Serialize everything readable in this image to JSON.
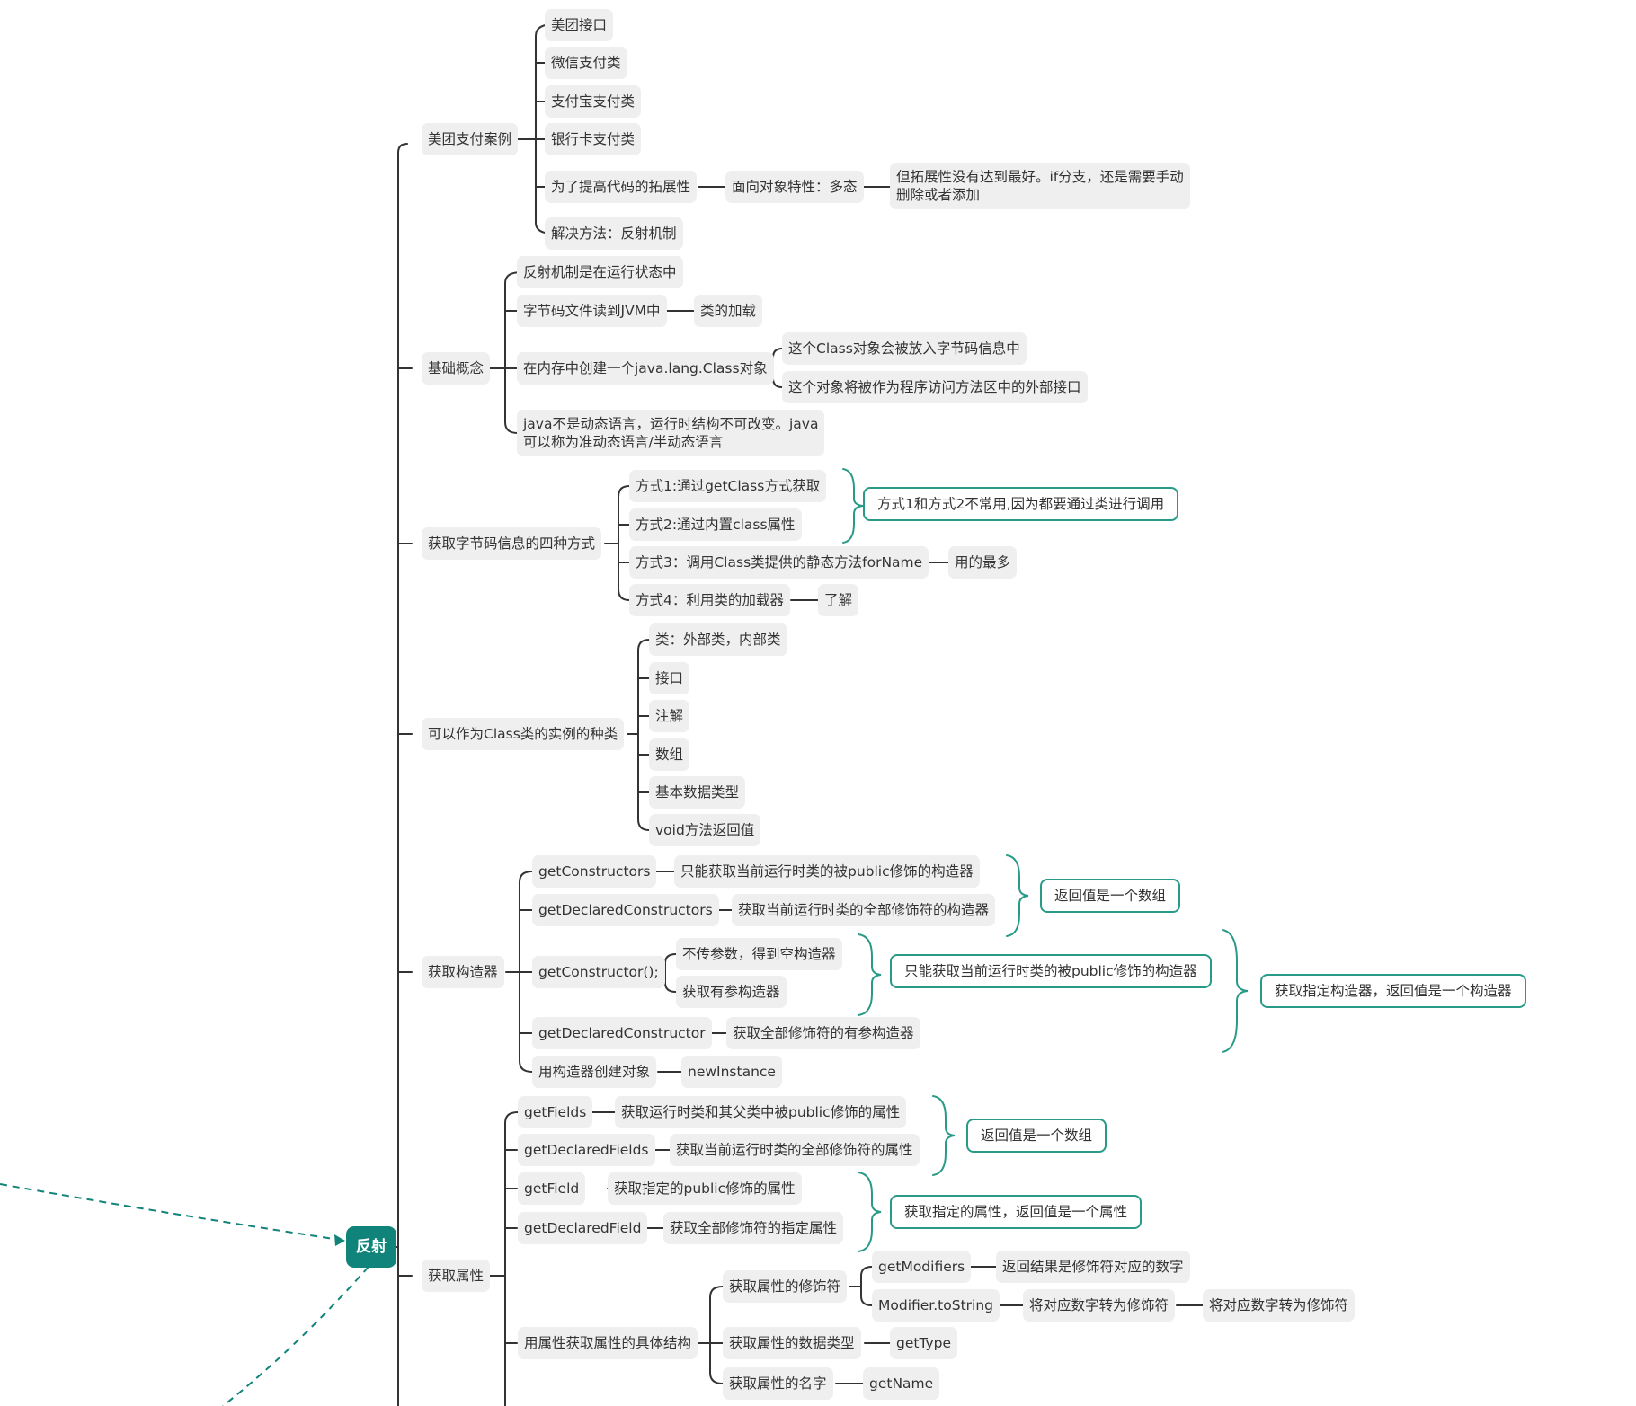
{
  "root": "反射",
  "colors": {
    "branch_line": "#333333",
    "accent": "#10847a",
    "summary_border": "#2a9a88",
    "node_bg": "#efefef"
  },
  "meituan": {
    "label": "美团支付案例",
    "items": [
      "美团接口",
      "微信支付类",
      "支付宝支付类",
      "银行卡支付类",
      "为了提高代码的拓展性",
      "解决方法：反射机制"
    ],
    "polymorphism": "面向对象特性：多态",
    "polymorphism_note_line1": "但拓展性没有达到最好。if分支，还是需要手动",
    "polymorphism_note_line2": "删除或者添加"
  },
  "basics": {
    "label": "基础概念",
    "items": [
      "反射机制是在运行状态中",
      "字节码文件读到JVM中",
      "在内存中创建一个java.lang.Class对象"
    ],
    "class_loading": "类的加载",
    "class_obj_notes": [
      "这个Class对象会被放入字节码信息中",
      "这个对象将被作为程序访问方法区中的外部接口"
    ],
    "dynamic_line1": "java不是动态语言，运行时结构不可改变。java",
    "dynamic_line2": "可以称为准动态语言/半动态语言"
  },
  "four_ways": {
    "label": "获取字节码信息的四种方式",
    "items": [
      "方式1:通过getClass方式获取",
      "方式2:通过内置class属性",
      "方式3：调用Class类提供的静态方法forName",
      "方式4：利用类的加载器"
    ],
    "summary_1_2": "方式1和方式2不常用,因为都要通过类进行调用",
    "note_3": "用的最多",
    "note_4": "了解"
  },
  "instance_kinds": {
    "label": "可以作为Class类的实例的种类",
    "items": [
      "类：外部类，内部类",
      "接口",
      "注解",
      "数组",
      "基本数据类型",
      "void方法返回值"
    ]
  },
  "constructors": {
    "label": "获取构造器",
    "methods": [
      "getConstructors",
      "getDeclaredConstructors",
      "getConstructor();",
      "getDeclaredConstructor",
      "用构造器创建对象"
    ],
    "notes": [
      "只能获取当前运行时类的被public修饰的构造器",
      "获取当前运行时类的全部修饰符的构造器"
    ],
    "array_summary": "返回值是一个数组",
    "get_constructor_notes": [
      "不传参数，得到空构造器",
      "获取有参构造器"
    ],
    "public_summary": "只能获取当前运行时类的被public修饰的构造器",
    "declared_note": "获取全部修饰符的有参构造器",
    "new_instance": "newInstance",
    "specific_summary": "获取指定构造器，返回值是一个构造器"
  },
  "fields": {
    "label": "获取属性",
    "methods": [
      "getFields",
      "getDeclaredFields",
      "getField",
      "getDeclaredField",
      "用属性获取属性的具体结构"
    ],
    "notes": [
      "获取运行时类和其父类中被public修饰的属性",
      "获取当前运行时类的全部修饰符的属性",
      "获取指定的public修饰的属性",
      "获取全部修饰符的指定属性"
    ],
    "array_summary": "返回值是一个数组",
    "specific_summary": "获取指定的属性，返回值是一个属性",
    "structure_items": [
      "获取属性的修饰符",
      "获取属性的数据类型",
      "获取属性的名字"
    ],
    "modifier_methods": [
      "getModifiers",
      "Modifier.toString"
    ],
    "modifiers_note": "返回结果是修饰符对应的数字",
    "to_string_notes": [
      "将对应数字转为修饰符",
      "将对应数字转为修饰符"
    ],
    "get_type": "getType",
    "get_name": "getName"
  }
}
